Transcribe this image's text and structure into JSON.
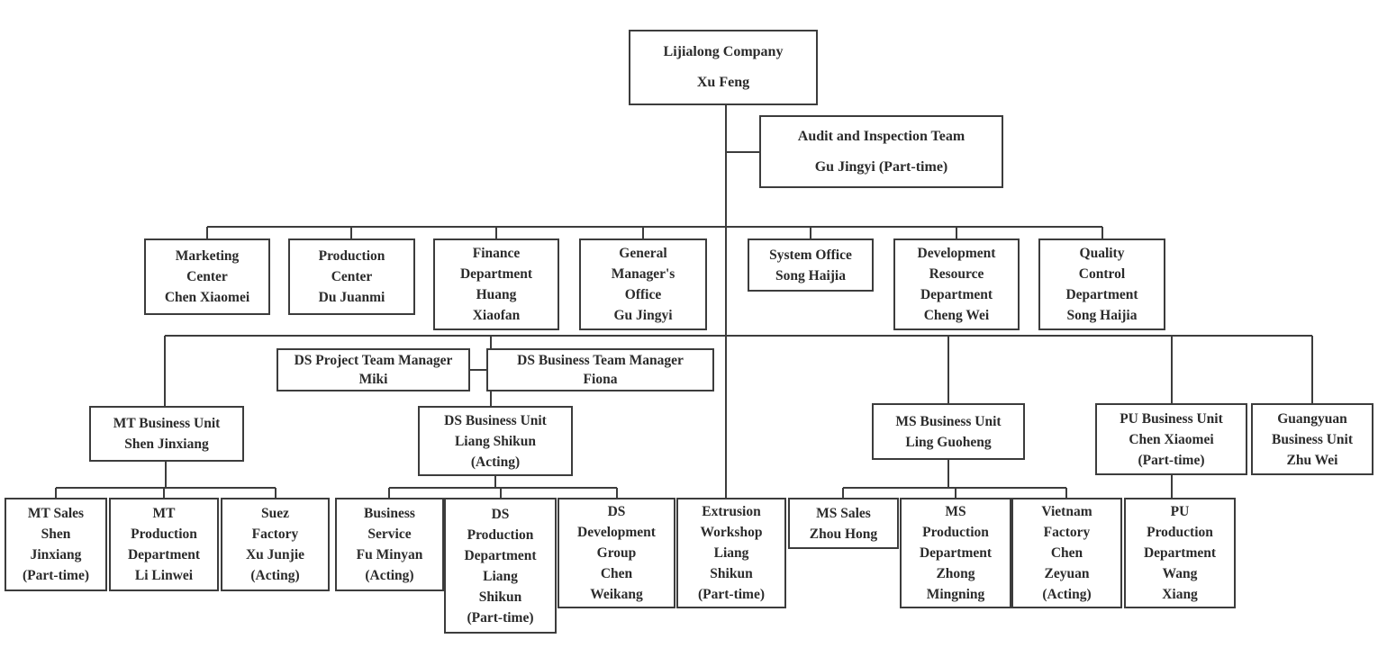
{
  "colors": {
    "background": "#ffffff",
    "box_border": "#3c3c3c",
    "connector_line": "#3c3c3c",
    "text": "#2b2b2b"
  },
  "org_chart": {
    "type": "organizational-chart",
    "company": "Lijialong Company",
    "nodes": [
      {
        "id": "root",
        "level": 0,
        "unit": "Lijialong Company",
        "person": "Xu Feng",
        "text": "Lijialong Company\nXu Feng"
      },
      {
        "id": "audit_team",
        "level": 1,
        "unit": "Audit and Inspection Team",
        "person": "Gu Jingyi (Part-time)",
        "text": "Audit and Inspection Team\nGu Jingyi (Part-time)"
      },
      {
        "id": "marketing_center",
        "level": 1,
        "unit": "Marketing Center",
        "person": "Chen Xiaomei",
        "text": "Marketing\nCenter\nChen Xiaomei"
      },
      {
        "id": "production_center",
        "level": 1,
        "unit": "Production Center",
        "person": "Du Juanmi",
        "text": "Production\nCenter\nDu Juanmi"
      },
      {
        "id": "finance_department",
        "level": 1,
        "unit": "Finance Department",
        "person": "Huang Xiaofan",
        "text": "Finance\nDepartment\nHuang\nXiaofan"
      },
      {
        "id": "general_managers_office",
        "level": 1,
        "unit": "General Manager's Office",
        "person": "Gu Jingyi",
        "text": "General\nManager's\nOffice\nGu Jingyi"
      },
      {
        "id": "system_office",
        "level": 1,
        "unit": "System Office",
        "person": "Song Haijia",
        "text": "System Office\nSong Haijia"
      },
      {
        "id": "development_resource_department",
        "level": 1,
        "unit": "Development Resource Department",
        "person": "Cheng Wei",
        "text": "Development\nResource\nDepartment\nCheng Wei"
      },
      {
        "id": "quality_control_department",
        "level": 1,
        "unit": "Quality Control Department",
        "person": "Song Haijia",
        "text": "Quality\nControl\nDepartment\nSong Haijia"
      },
      {
        "id": "ds_project_team_manager",
        "level": 2,
        "unit": "DS Project Team Manager",
        "person": "Miki",
        "text": "DS Project Team Manager\nMiki"
      },
      {
        "id": "ds_business_team_manager",
        "level": 2,
        "unit": "DS Business Team Manager",
        "person": "Fiona",
        "text": "DS Business Team Manager\nFiona"
      },
      {
        "id": "mt_business_unit",
        "level": 2,
        "unit": "MT Business Unit",
        "person": "Shen Jinxiang",
        "text": "MT Business Unit\nShen Jinxiang"
      },
      {
        "id": "ds_business_unit",
        "level": 2,
        "unit": "DS Business Unit",
        "person": "Liang Shikun (Acting)",
        "text": "DS Business Unit\nLiang Shikun\n(Acting)"
      },
      {
        "id": "ms_business_unit",
        "level": 2,
        "unit": "MS Business Unit",
        "person": "Ling Guoheng",
        "text": "MS Business Unit\nLing Guoheng"
      },
      {
        "id": "pu_business_unit",
        "level": 2,
        "unit": "PU Business Unit",
        "person": "Chen Xiaomei (Part-time)",
        "text": "PU Business Unit\nChen Xiaomei\n(Part-time)"
      },
      {
        "id": "guangyuan_business_unit",
        "level": 2,
        "unit": "Guangyuan Business Unit",
        "person": "Zhu Wei",
        "text": "Guangyuan\nBusiness Unit\nZhu Wei"
      },
      {
        "id": "mt_sales",
        "level": 3,
        "unit": "MT Sales",
        "person": "Shen Jinxiang (Part-time)",
        "text": "MT Sales\nShen\nJinxiang\n(Part-time)"
      },
      {
        "id": "mt_production_department",
        "level": 3,
        "unit": "MT Production Department",
        "person": "Li Linwei",
        "text": "MT\nProduction\nDepartment\nLi Linwei"
      },
      {
        "id": "suez_factory",
        "level": 3,
        "unit": "Suez Factory",
        "person": "Xu Junjie (Acting)",
        "text": "Suez\nFactory\nXu Junjie\n(Acting)"
      },
      {
        "id": "business_service",
        "level": 3,
        "unit": "Business Service",
        "person": "Fu Minyan (Acting)",
        "text": "Business\nService\nFu Minyan\n(Acting)"
      },
      {
        "id": "ds_production_department",
        "level": 3,
        "unit": "DS Production Department",
        "person": "Liang Shikun (Part-time)",
        "text": "DS\nProduction\nDepartment\nLiang\nShikun\n(Part-time)"
      },
      {
        "id": "ds_development_group",
        "level": 3,
        "unit": "DS Development Group",
        "person": "Chen Weikang",
        "text": "DS\nDevelopment\nGroup\nChen\nWeikang"
      },
      {
        "id": "extrusion_workshop",
        "level": 3,
        "unit": "Extrusion Workshop",
        "person": "Liang Shikun (Part-time)",
        "text": "Extrusion\nWorkshop\nLiang\nShikun\n(Part-time)"
      },
      {
        "id": "ms_sales",
        "level": 3,
        "unit": "MS Sales",
        "person": "Zhou Hong",
        "text": "MS Sales\nZhou Hong"
      },
      {
        "id": "ms_production_department",
        "level": 3,
        "unit": "MS Production Department",
        "person": "Zhong Mingning",
        "text": "MS\nProduction\nDepartment\nZhong\nMingning"
      },
      {
        "id": "vietnam_factory",
        "level": 3,
        "unit": "Vietnam Factory",
        "person": "Chen Zeyuan (Acting)",
        "text": "Vietnam\nFactory\nChen\nZeyuan\n(Acting)"
      },
      {
        "id": "pu_production_department",
        "level": 3,
        "unit": "PU Production Department",
        "person": "Wang Xiang",
        "text": "PU\nProduction\nDepartment\nWang\nXiang"
      }
    ]
  }
}
